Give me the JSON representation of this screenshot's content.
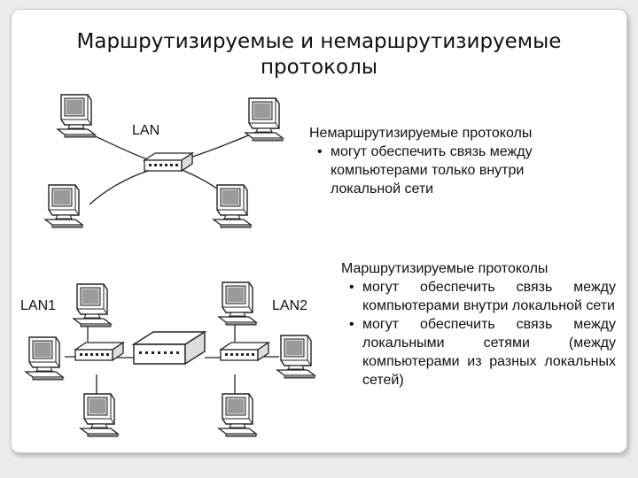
{
  "slide": {
    "title_line1": "Маршрутизируемые и немаршрутизируемые",
    "title_line2": "протоколы"
  },
  "diagram": {
    "lan_label": "LAN",
    "lan1_label": "LAN1",
    "lan2_label": "LAN2",
    "computer_icon": "computer-icon",
    "hub_icon": "hub-icon",
    "router_icon": "router-icon"
  },
  "nonroutable": {
    "heading": "Немаршрутизируемые протоколы",
    "bullets": [
      "могут обеспечить связь между компьютерами только внутри локальной сети"
    ]
  },
  "routable": {
    "heading": "Маршрутизируемые протоколы",
    "bullets": [
      "могут обеспечить связь между компьютерами внутри локальной сети",
      "могут обеспечить связь между локальными сетями (между компьютерами из разных локальных сетей)"
    ]
  },
  "colors": {
    "background": "#ececec",
    "slide": "#ffffff",
    "line": "#222222"
  }
}
